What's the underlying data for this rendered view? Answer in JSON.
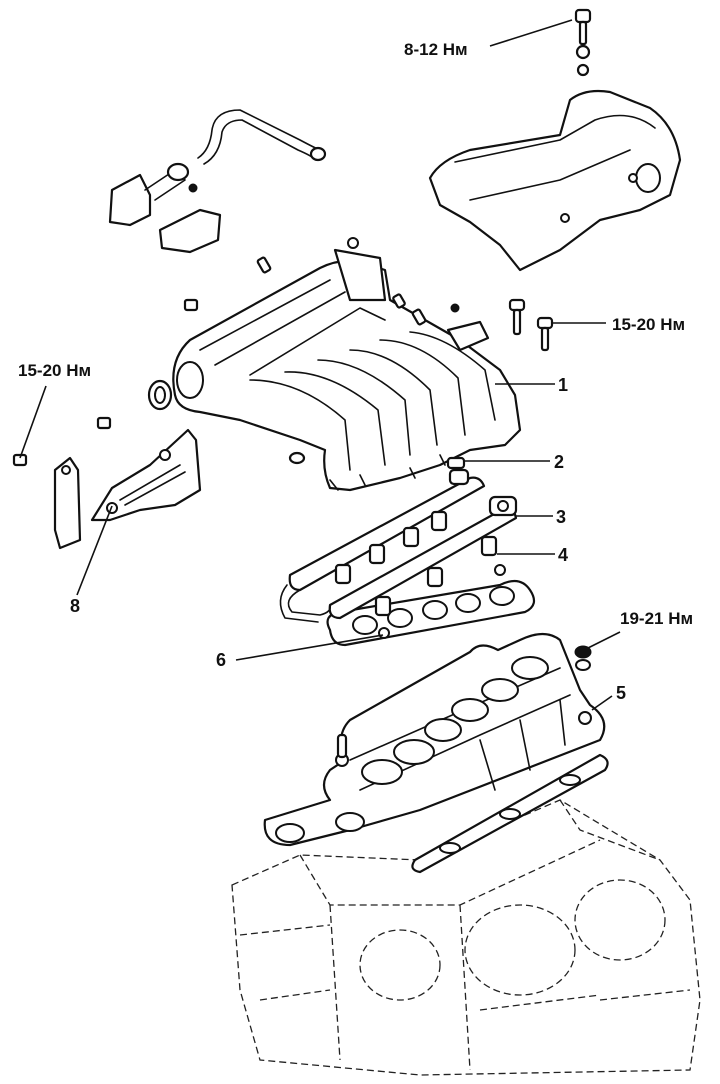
{
  "callouts": [
    {
      "id": "1",
      "text": "1"
    },
    {
      "id": "2",
      "text": "2"
    },
    {
      "id": "3",
      "text": "3"
    },
    {
      "id": "4",
      "text": "4"
    },
    {
      "id": "5",
      "text": "5"
    },
    {
      "id": "6",
      "text": "6"
    },
    {
      "id": "8",
      "text": "8"
    }
  ],
  "torques": {
    "cover_bolt": "8-12 Нм",
    "manifold_bolt_right": "15-20 Нм",
    "bracket_bolt_left": "15-20 Нм",
    "lower_manifold_nut": "19-21 Нм"
  }
}
